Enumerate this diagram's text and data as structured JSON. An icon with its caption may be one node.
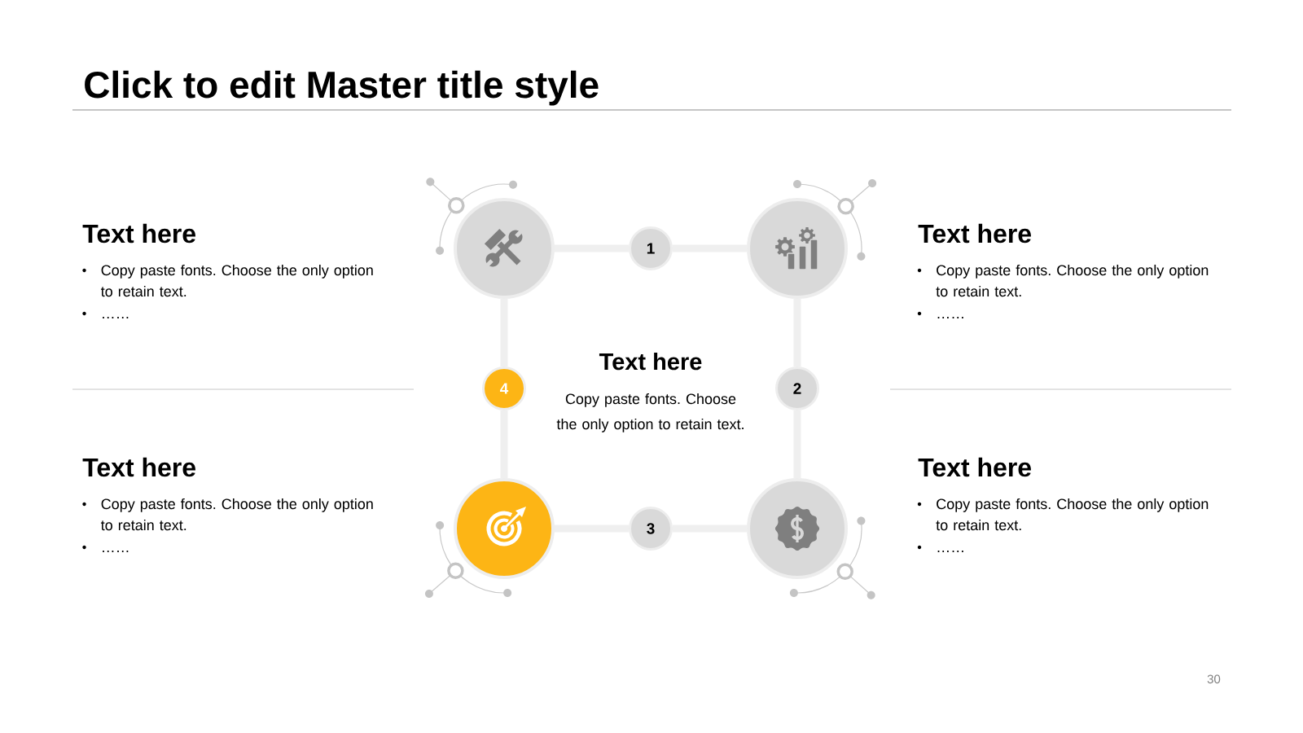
{
  "diagram": {
    "title": "Click to edit Master title style",
    "nodes": [
      {
        "text": [],
        "shape": "circle"
      },
      {
        "text": [
          "1"
        ]
      },
      {
        "text": [],
        "shape": "circle"
      },
      {
        "text": [
          "4"
        ]
      },
      {
        "text": [
          "2"
        ]
      },
      {
        "text": [],
        "shape": "circle"
      },
      {
        "text": [
          "3"
        ]
      },
      {
        "text": [],
        "shape": "circle"
      }
    ],
    "edges": [
      {
        "from": 0,
        "to": 1,
        "arrow": "none"
      },
      {
        "from": 1,
        "to": 2,
        "arrow": "none"
      },
      {
        "from": 2,
        "to": 4,
        "arrow": "none"
      },
      {
        "from": 4,
        "to": 7,
        "arrow": "none"
      },
      {
        "from": 7,
        "to": 6,
        "arrow": "none"
      },
      {
        "from": 6,
        "to": 5,
        "arrow": "none"
      },
      {
        "from": 5,
        "to": 3,
        "arrow": "none"
      },
      {
        "from": 3,
        "to": 0,
        "arrow": "none"
      }
    ],
    "labels": [
      "Text here",
      "Copy paste fonts. Choose the only option to retain text.",
      "……",
      "Text here",
      "Copy paste fonts. Choose the only option to retain text.",
      "……",
      "Text here",
      "Copy paste fonts. Choose the only option to retain text.",
      "Text here",
      "Copy paste fonts. Choose the only option to retain text.",
      "……",
      "Text here",
      "Copy paste fonts. Choose the only option to retain text.",
      "……",
      "30"
    ]
  }
}
